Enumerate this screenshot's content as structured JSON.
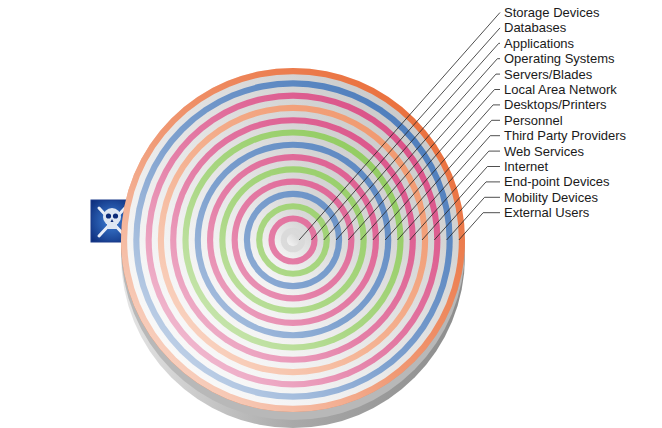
{
  "diagram": {
    "labels": [
      "Storage Devices",
      "Databases",
      "Applications",
      "Operating Systems",
      "Servers/Blades",
      "Local Area Network",
      "Desktops/Printers",
      "Personnel",
      "Third Party Providers",
      "Web Services",
      "Internet",
      "End-point Devices",
      "Mobility Devices",
      "External Users"
    ]
  }
}
